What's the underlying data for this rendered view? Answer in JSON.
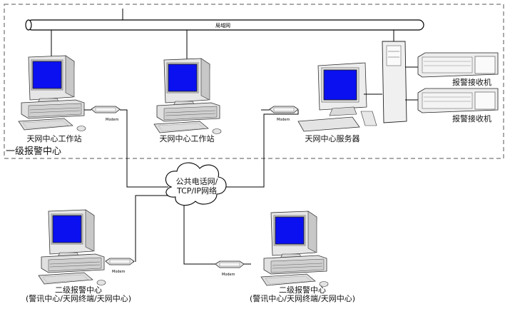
{
  "lan_label": "局域网",
  "zone_label": "一级报警中心",
  "workstations": [
    {
      "label": "天网中心工作站"
    },
    {
      "label": "天网中心工作站"
    }
  ],
  "server": {
    "label": "天网中心服务器"
  },
  "receivers": [
    {
      "label": "报警接收机"
    },
    {
      "label": "报警接收机"
    }
  ],
  "modem_label": "Modem",
  "network": {
    "line1": "公共电话网/",
    "line2": "TCP/IP网络"
  },
  "substations": [
    {
      "title": "二级报警中心",
      "subtitle": "(警讯中心/天网终端/天网中心)"
    },
    {
      "title": "二级报警中心",
      "subtitle": "(警讯中心/天网终端/天网中心)"
    }
  ],
  "colors": {
    "screen": "#0a10f0",
    "line": "#000000",
    "beige": "#e8e8e8"
  }
}
